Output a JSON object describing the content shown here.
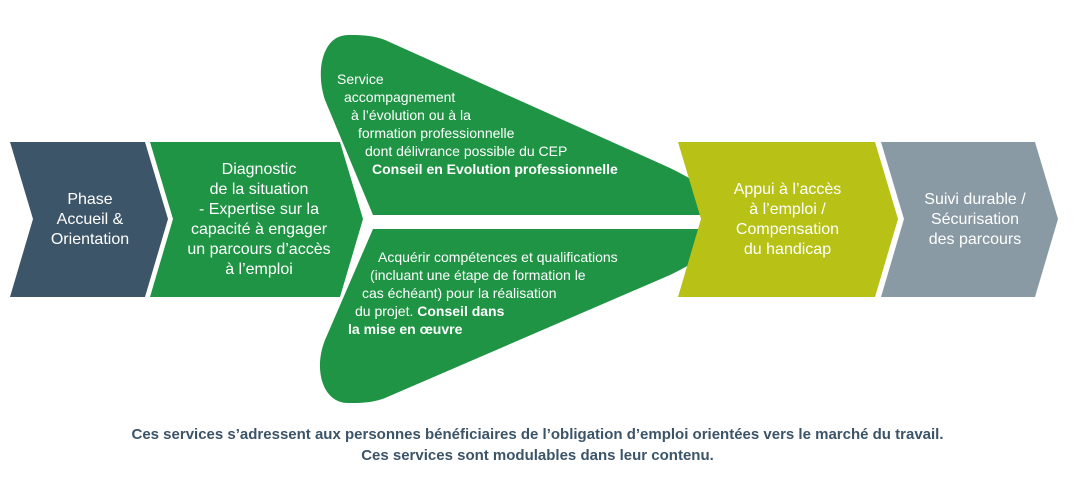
{
  "steps": {
    "phase1": {
      "lines": [
        "Phase",
        "Accueil &",
        "Orientation"
      ],
      "color": "#3d5568"
    },
    "phase2": {
      "lines": [
        "Diagnostic",
        "de la situation",
        "- Expertise sur la",
        "capacité à engager",
        "un parcours d’accès",
        "à l’emploi"
      ],
      "color": "#1e9444"
    },
    "phase3": {
      "lines": [
        "Appui à l’accès",
        "à l’emploi /",
        "Compensation",
        "du handicap"
      ],
      "color": "#b7c116"
    },
    "phase4": {
      "lines": [
        "Suivi durable /",
        "Sécurisation",
        "des parcours"
      ],
      "color": "#8a9aa4"
    }
  },
  "branches": {
    "color": "#1e9444",
    "top": {
      "lines": [
        "Service",
        "accompagnement",
        "à l’évolution ou à la",
        "formation professionnelle",
        "dont délivrance possible du CEP"
      ],
      "bold_line": "Conseil en Evolution professionnelle"
    },
    "bottom": {
      "lines": [
        "Acquérir compétences et qualifications",
        "(incluant une étape de formation le",
        "cas échéant) pour la réalisation"
      ],
      "line4_normal": "du projet.",
      "line4_bold": "Conseil dans",
      "line5_bold": "la mise en œuvre"
    }
  },
  "footer": {
    "line1": "Ces services s’adressent aux personnes bénéficiaires de l’obligation d’emploi orientées vers le marché du travail.",
    "line2": "Ces services sont modulables dans leur contenu.",
    "color": "#3c5468"
  }
}
